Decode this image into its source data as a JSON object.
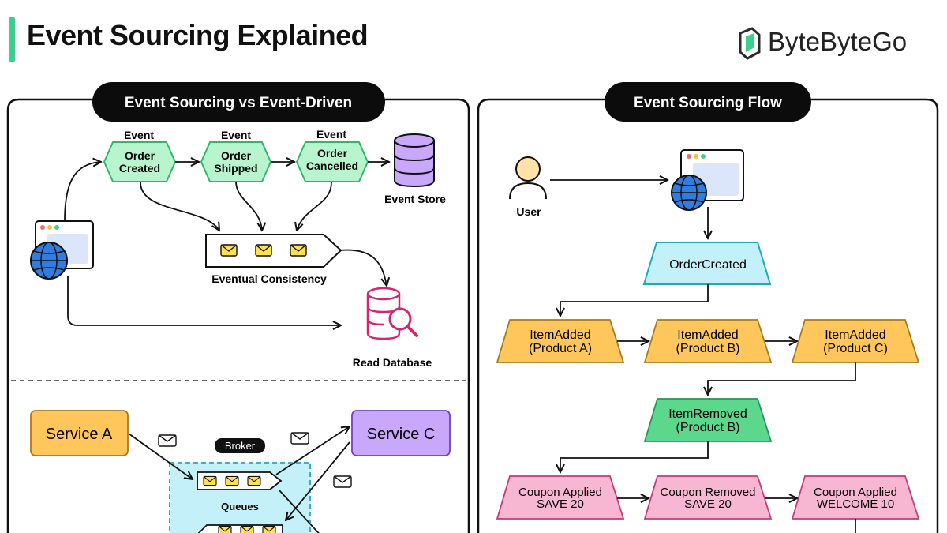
{
  "header": {
    "title": "Event Sourcing Explained",
    "brand": "ByteByteGo"
  },
  "left_panel": {
    "title": "Event Sourcing vs Event-Driven",
    "events": [
      {
        "tag": "Event",
        "line1": "Order",
        "line2": "Created"
      },
      {
        "tag": "Event",
        "line1": "Order",
        "line2": "Shipped"
      },
      {
        "tag": "Event",
        "line1": "Order",
        "line2": "Cancelled"
      }
    ],
    "event_store_label": "Event Store",
    "eventual_consistency_label": "Eventual Consistency",
    "read_database_label": "Read Database",
    "service_a": "Service A",
    "service_c": "Service C",
    "broker_label": "Broker",
    "queues_label": "Queues"
  },
  "right_panel": {
    "title": "Event Sourcing Flow",
    "user_label": "User",
    "order_created": "OrderCreated",
    "items_added": [
      {
        "line1": "ItemAdded",
        "line2": "(Product A)"
      },
      {
        "line1": "ItemAdded",
        "line2": "(Product B)"
      },
      {
        "line1": "ItemAdded",
        "line2": "(Product C)"
      }
    ],
    "item_removed": {
      "line1": "ItemRemoved",
      "line2": "(Product B)"
    },
    "coupons": [
      {
        "line1": "Coupon Applied",
        "line2": "SAVE 20"
      },
      {
        "line1": "Coupon Removed",
        "line2": "SAVE 20"
      },
      {
        "line1": "Coupon Applied",
        "line2": "WELCOME 10"
      }
    ]
  },
  "colors": {
    "accent_green": "#3ecf8e",
    "event_green": "#b8f5cf",
    "cyan": "#c4f1f9",
    "orange": "#ffc65c",
    "pink": "#f7b7d3",
    "purple": "#c9a8fb",
    "envelope_yellow": "#ffe04f"
  }
}
